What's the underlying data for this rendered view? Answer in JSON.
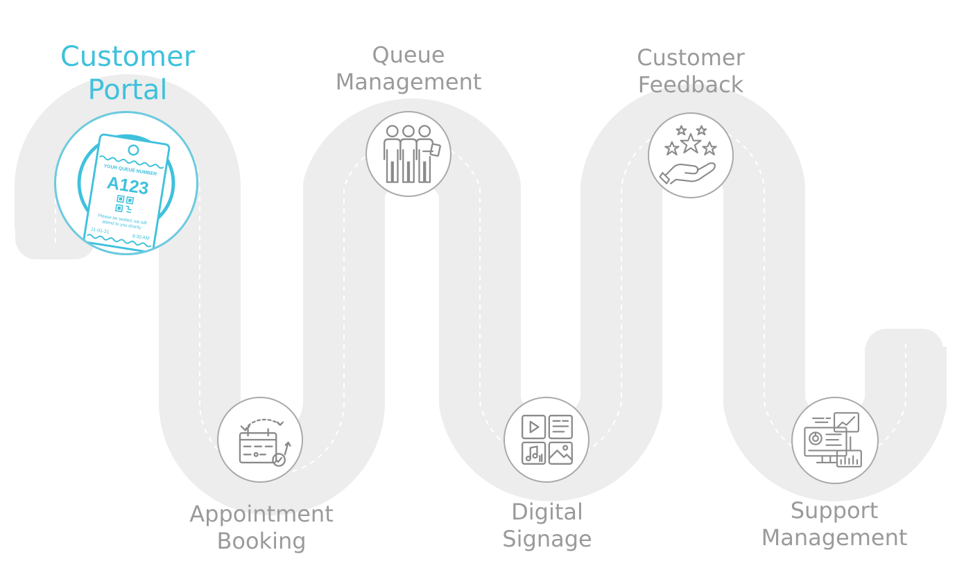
{
  "colors": {
    "accent": "#3fc1dc",
    "label_gray": "#9a9a9a",
    "road": "#ededed",
    "icon_gray": "#8a8a8a"
  },
  "steps": [
    {
      "lines": [
        "Customer",
        "Portal"
      ],
      "icon": "queue-ticket-icon",
      "active": true
    },
    {
      "lines": [
        "Appointment",
        "Booking"
      ],
      "icon": "calendar-icon",
      "active": false
    },
    {
      "lines": [
        "Queue",
        "Management"
      ],
      "icon": "people-queue-icon",
      "active": false
    },
    {
      "lines": [
        "Digital",
        "Signage"
      ],
      "icon": "media-screens-icon",
      "active": false
    },
    {
      "lines": [
        "Customer",
        "Feedback"
      ],
      "icon": "stars-hand-icon",
      "active": false
    },
    {
      "lines": [
        "Support",
        "Management"
      ],
      "icon": "monitor-dashboard-icon",
      "active": false
    }
  ],
  "ticket": {
    "header": "YOUR QUEUE NUMBER",
    "number": "A123",
    "note_line1": "Please be seated, we will",
    "note_line2": "attend to you shortly",
    "date": "11-01-21",
    "time": "8:30 AM"
  }
}
